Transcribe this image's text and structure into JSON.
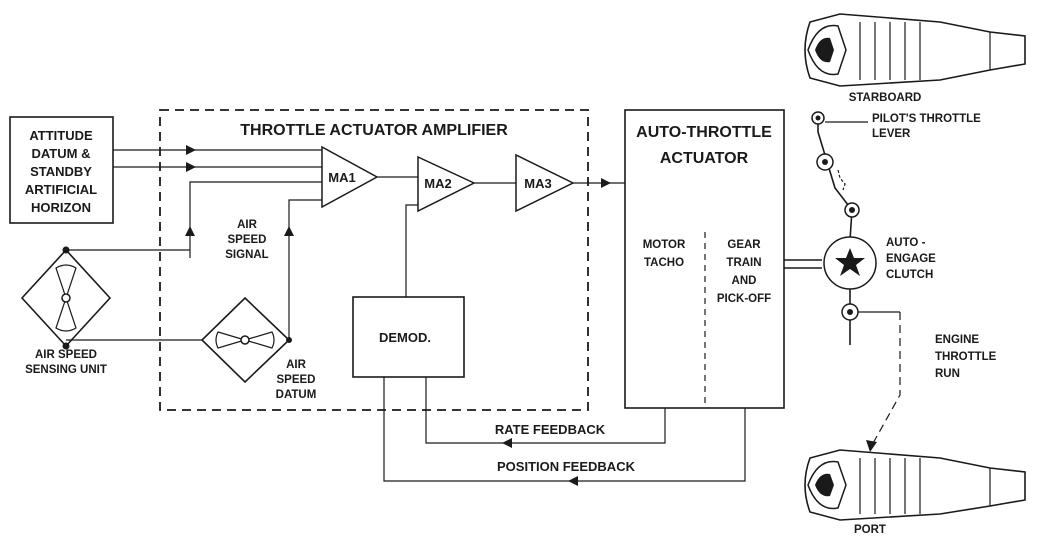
{
  "blocks": {
    "attitude": [
      "ATTITUDE",
      "DATUM &",
      "STANDBY",
      "ARTIFICIAL",
      "HORIZON"
    ],
    "amplifier_title": "THROTTLE ACTUATOR AMPLIFIER",
    "ma1": "MA1",
    "ma2": "MA2",
    "ma3": "MA3",
    "demod": "DEMOD.",
    "actuator_title": [
      "AUTO-THROTTLE",
      "ACTUATOR"
    ],
    "motor_tacho": [
      "MOTOR",
      "TACHO"
    ],
    "gear_train": [
      "GEAR",
      "TRAIN",
      "AND",
      "PICK-OFF"
    ]
  },
  "labels": {
    "air_speed_signal": [
      "AIR",
      "SPEED",
      "SIGNAL"
    ],
    "air_speed_datum": [
      "AIR",
      "SPEED",
      "DATUM"
    ],
    "air_speed_sensing": [
      "AIR SPEED",
      "SENSING UNIT"
    ],
    "rate_feedback": "RATE FEEDBACK",
    "position_feedback": "POSITION FEEDBACK",
    "starboard": "STARBOARD",
    "port": "PORT",
    "pilots_throttle": [
      "PILOT'S THROTTLE",
      "LEVER"
    ],
    "auto_engage": [
      "AUTO -",
      "ENGAGE",
      "CLUTCH"
    ],
    "engine_throttle": [
      "ENGINE",
      "THROTTLE",
      "RUN"
    ]
  }
}
